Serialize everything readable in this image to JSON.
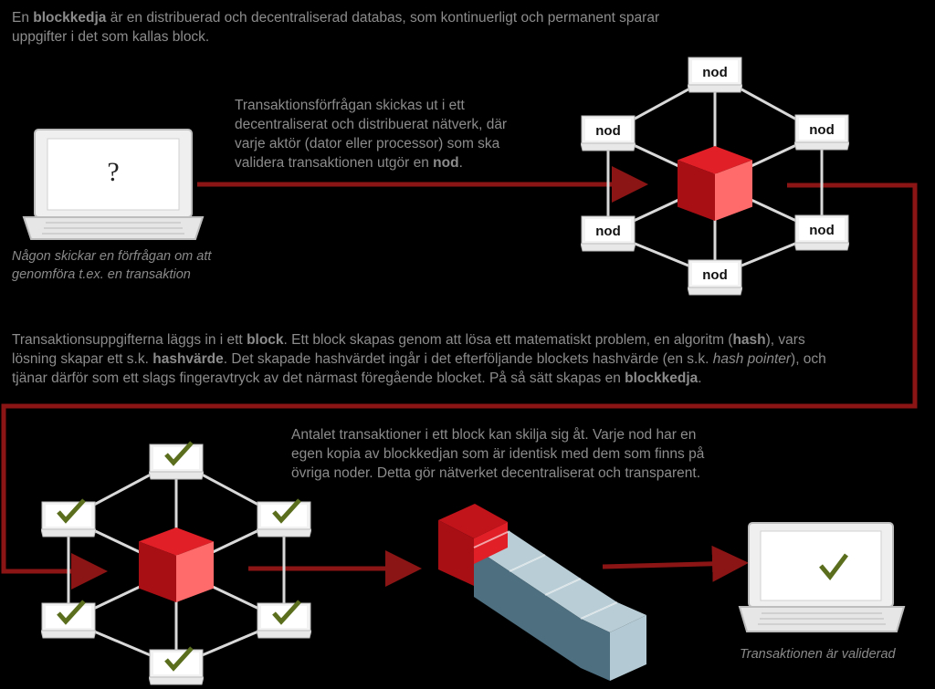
{
  "intro": {
    "term": "blockkedja",
    "pre": "En",
    "line1_rest": "är en distribuerad och decentraliserad databas, som kontinuerligt och permanent sparar",
    "line2": "uppgifter i det som kallas block."
  },
  "step1": {
    "laptop_symbol": "?",
    "caption_line1": "Någon skickar en förfrågan om att",
    "caption_line2": "genomföra t.ex. en transaktion"
  },
  "step2": {
    "line1": "Transaktionsförfrågan skickas ut i ett",
    "line2": "decentraliserat och distribuerat nätverk, där",
    "line3": "varje aktör (dator eller processor) som ska",
    "line4_pre": "validera transaktionen utgör en",
    "line4_bold": "nod",
    "line4_post": ".",
    "node_label": "nod"
  },
  "step3": {
    "l1_pre": "Transaktionsuppgifterna läggs in i ett",
    "l1_bold1": "block",
    "l1_mid": ". Ett block skapas genom att lösa ett matematiskt problem, en algoritm (",
    "l1_bold2": "hash",
    "l1_post": "), vars",
    "l2_pre": "lösning skapar ett s.k.",
    "l2_bold": "hashvärde",
    "l2_post": ". Det skapade hashvärdet ingår i det efterföljande blockets hashvärde (en s.k.",
    "l2_ital": "hash pointer",
    "l2_end": "), och",
    "l3_pre": "tjänar därför som ett slags fingeravtryck av det närmast föregående blocket. På så sätt skapas en",
    "l3_bold": "blockkedja",
    "l3_post": "."
  },
  "step4": {
    "line1": "Antalet transaktioner i ett block kan skilja sig åt. Varje nod har en",
    "line2": "egen kopia av blockkedjan som är identisk med dem som finns på",
    "line3": "övriga noder. Detta gör nätverket decentraliserat och transparent."
  },
  "step5": {
    "caption": "Transaktionen är validerad"
  },
  "colors": {
    "background": "#000000",
    "arrow": "#8b1414",
    "cube_front": "#c0131a",
    "cube_top": "#e01f26",
    "cube_side": "#ff6a6a",
    "block_front": "#4d6f80",
    "block_top": "#b8cdd6",
    "node_box": "#f2f2f2",
    "check": "#5a6e1e"
  }
}
